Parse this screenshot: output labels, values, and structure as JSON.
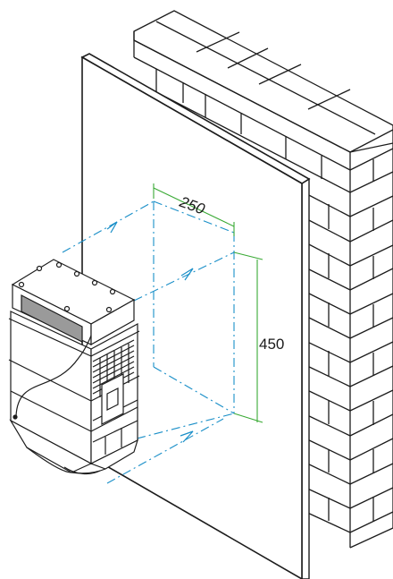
{
  "dimensions": {
    "width_label": "250",
    "height_label": "450"
  },
  "colors": {
    "guide_lines": "#1a8fc8",
    "dimension_lines": "#3aaa35",
    "outline": "#1c1c1c",
    "window_fill": "#9a9a9a"
  },
  "icons": {
    "unit": "wall-mounted-unit-drawing",
    "wall": "brick-wall-drawing",
    "panel": "mounting-panel-drawing"
  }
}
